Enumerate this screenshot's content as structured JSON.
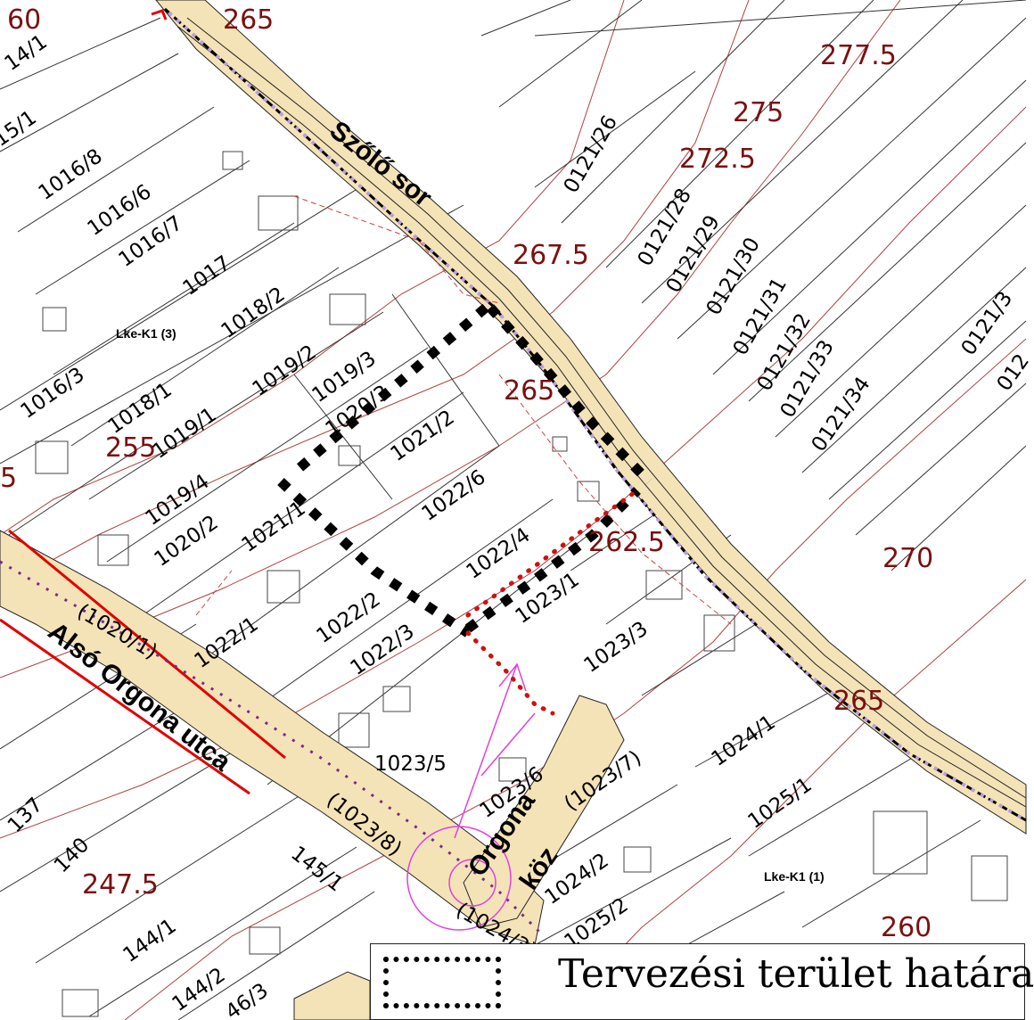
{
  "colors": {
    "road_fill": "#f5e3b8",
    "parcel_line": "#222222",
    "contour_line": "#b04040",
    "elevation_text": "#7a1010",
    "regulation_line": "#e00000",
    "boundary_dots": "#000000",
    "red_dots": "#d01010",
    "purple_dots": "#7a2a8a",
    "lilac_dashes": "#b9a0e0",
    "magenta": "#e040e0"
  },
  "streets": {
    "szolo_sor": "Szőlő sor",
    "also_orgona": "Alsó Orgona utca",
    "orgona": "Orgona",
    "koz": "köz"
  },
  "zones": {
    "zone_a": "Lke-K1 (3)",
    "zone_b": "Lke-K1 (1)"
  },
  "elevations": {
    "e60": "60",
    "e265a": "265",
    "e2775": "277.5",
    "e275": "275",
    "e2725": "272.5",
    "e2675": "267.5",
    "e265b": "265",
    "e255": "255",
    "e5": "5",
    "e2625": "262.5",
    "e270": "270",
    "e265c": "265",
    "e2475": "247.5",
    "e260": "260"
  },
  "parcels": {
    "p14_1": "14/1",
    "p15_1": "15/1",
    "p1016_8": "1016/8",
    "p1016_6": "1016/6",
    "p1016_7": "1016/7",
    "p1017": "1017",
    "p1018_2": "1018/2",
    "p1016_3": "1016/3",
    "p1019_2": "1019/2",
    "p1018_1": "1018/1",
    "p1019_3": "1019/3",
    "p1020_3": "1020/3",
    "p1019_1": "1019/1",
    "p1021_2": "1021/2",
    "p1019_4": "1019/4",
    "p1022_6": "1022/6",
    "p1020_2": "1020/2",
    "p1021_1": "1021/1",
    "p1022_4": "1022/4",
    "p1020_1": "(1020/1)",
    "p1022_1": "1022/1",
    "p1022_2": "1022/2",
    "p1023_1": "1023/1",
    "p1022_3": "1022/3",
    "p1023_3": "1023/3",
    "p1024_1": "1024/1",
    "p1023_5": "1023/5",
    "p1023_7": "(1023/7)",
    "p1023_6": "1023/6",
    "p1025_1": "1025/1",
    "p137": "137",
    "p1023_8": "(1023/8)",
    "p140": "140",
    "p145_1": "145/1",
    "p1024_2": "1024/2",
    "p144_1": "144/1",
    "p1024_3": "(1024/3)",
    "p1025_2": "1025/2",
    "p144_2": "144/2",
    "p46_3": "46/3",
    "p0121_26": "0121/26",
    "p0121_28": "0121/28",
    "p0121_29": "0121/29",
    "p0121_30": "0121/30",
    "p0121_31": "0121/31",
    "p0121_32": "0121/32",
    "p0121_33": "0121/33",
    "p0121_34": "0121/34",
    "p0121_3x": "0121/3",
    "p012": "012"
  },
  "legend": {
    "label": "Tervezési terület határa"
  }
}
